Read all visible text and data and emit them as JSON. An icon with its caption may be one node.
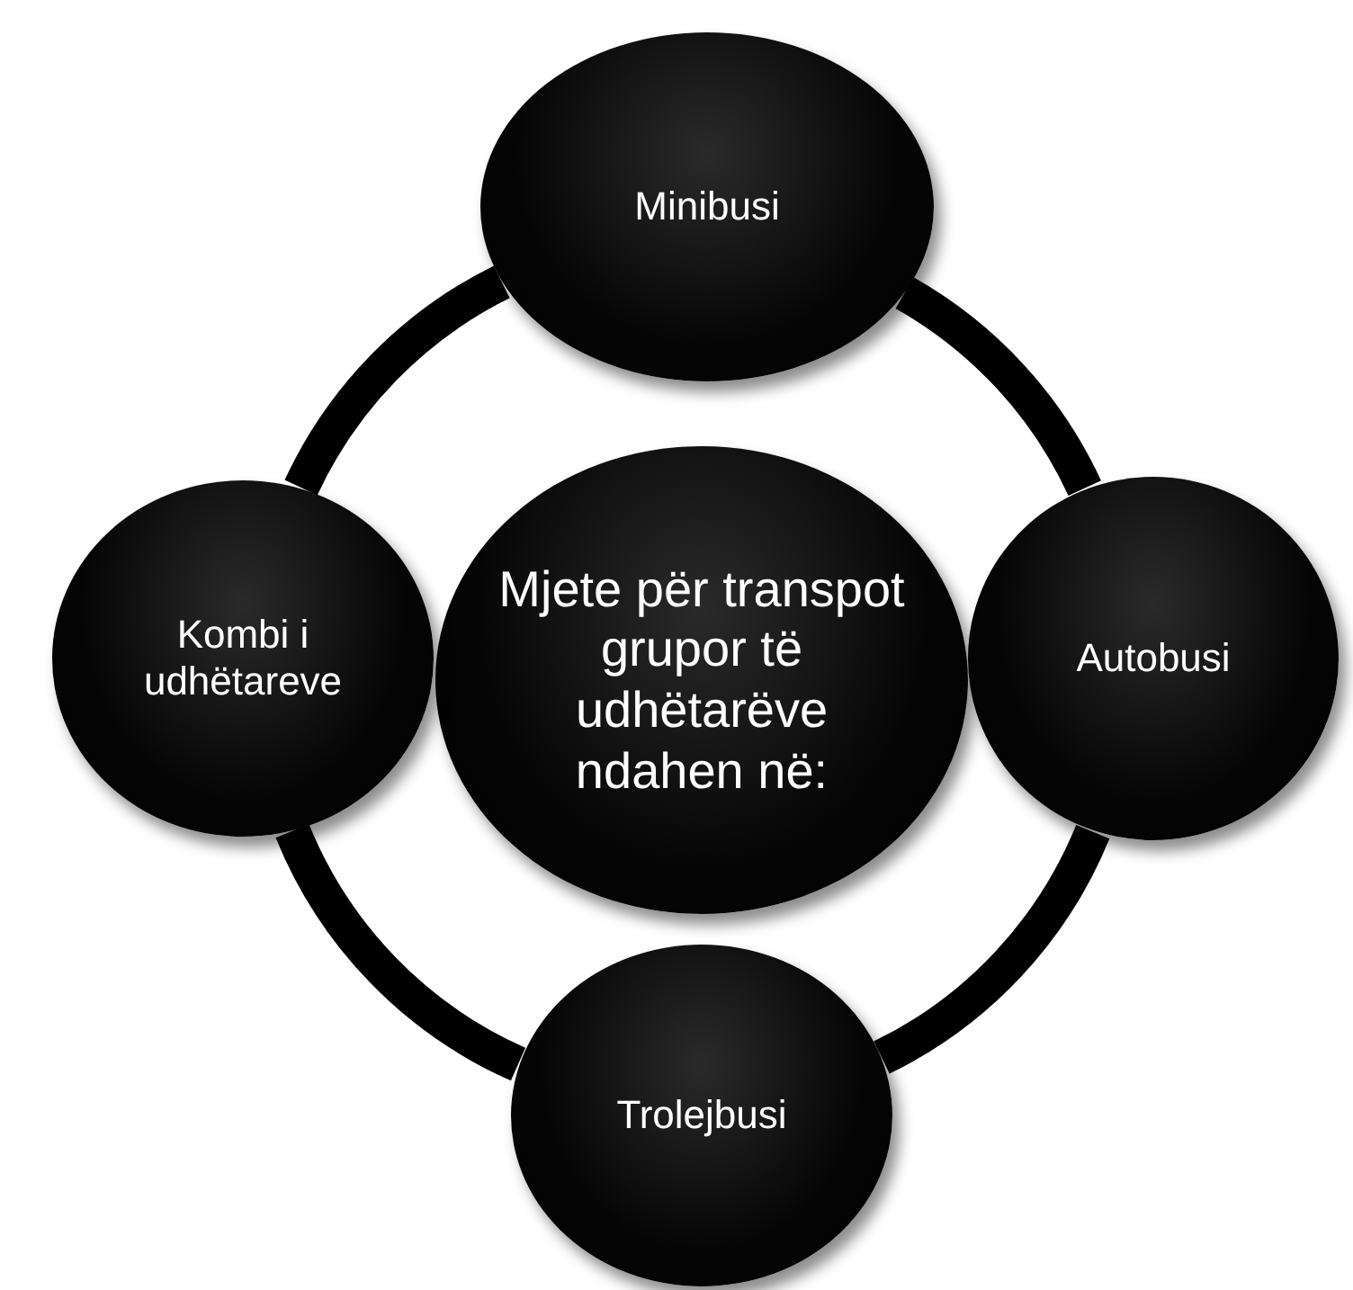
{
  "diagram": {
    "nodes": [
      {
        "text": [
          "Mjete për transpot grupor të udhëtarëve ndahen në:"
        ]
      },
      {
        "text": [
          "Minibusi"
        ]
      },
      {
        "text": [
          "Kombi i udhëtareve"
        ]
      },
      {
        "text": [
          "Autobusi"
        ]
      },
      {
        "text": [
          "Trolejbusi"
        ]
      }
    ],
    "edges": [
      {
        "from": 1,
        "to": 3,
        "arrow": "none"
      },
      {
        "from": 3,
        "to": 4,
        "arrow": "none"
      },
      {
        "from": 4,
        "to": 2,
        "arrow": "none"
      },
      {
        "from": 2,
        "to": 1,
        "arrow": "none"
      }
    ]
  }
}
